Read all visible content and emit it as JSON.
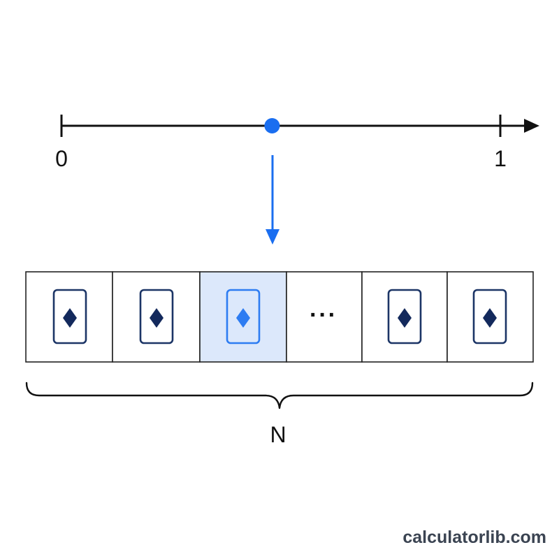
{
  "number_line": {
    "start_label": "0",
    "end_label": "1",
    "point_value": 0.48
  },
  "slots": [
    {
      "kind": "card",
      "highlighted": false
    },
    {
      "kind": "card",
      "highlighted": false
    },
    {
      "kind": "card",
      "highlighted": true
    },
    {
      "kind": "ellipsis",
      "text": "···"
    },
    {
      "kind": "card",
      "highlighted": false
    },
    {
      "kind": "card",
      "highlighted": false
    }
  ],
  "brace_label": "N",
  "watermark": "calculatorlib.com",
  "colors": {
    "line": "#111111",
    "accent": "#1a6ef0",
    "card_outline": "#1c3566",
    "card_suit": "#13295c",
    "highlight_fill": "#dce8fb",
    "highlight_card": "#2d7cf2",
    "box_border": "#222222"
  },
  "icons": {
    "card": "diamond-card-icon"
  }
}
